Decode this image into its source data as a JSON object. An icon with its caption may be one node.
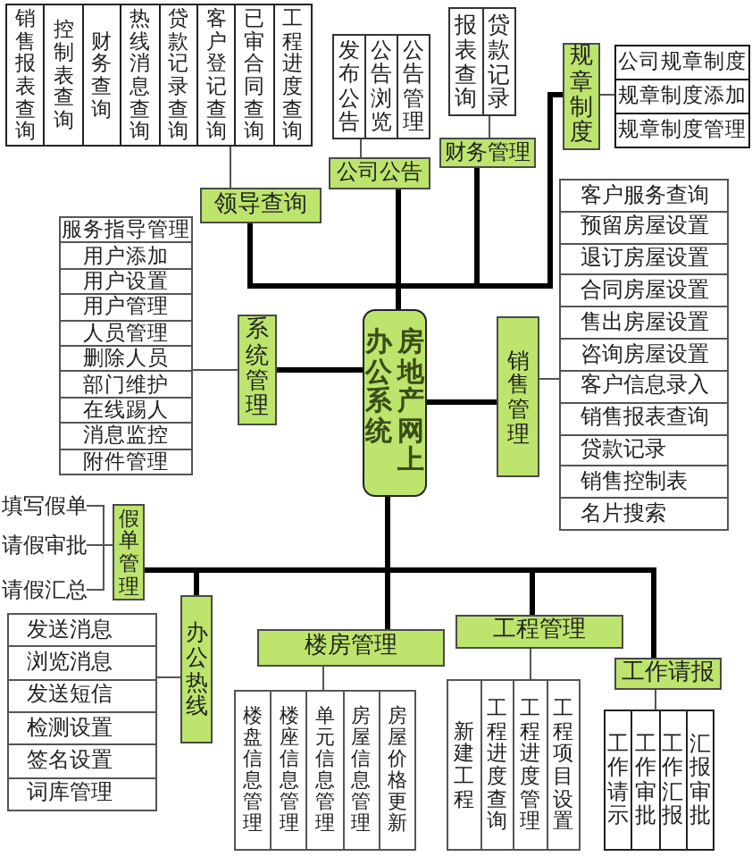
{
  "diagram": {
    "nodes": [
      {
        "text": [],
        "shape": "box"
      },
      {
        "text": [
          "销售报表查询"
        ],
        "in": 0
      },
      {
        "text": [
          "控制表查询"
        ],
        "in": 0
      },
      {
        "text": [
          "财务查询"
        ],
        "in": 0
      },
      {
        "text": [
          "热线消息查询"
        ],
        "in": 0
      },
      {
        "text": [
          "贷款记录查询"
        ],
        "in": 0
      },
      {
        "text": [
          "客户登记查询"
        ],
        "in": 0
      },
      {
        "text": [
          "已审合同查询"
        ],
        "in": 0
      },
      {
        "text": [
          "工程进度查询"
        ],
        "in": 0
      },
      {
        "text": [],
        "shape": "box"
      },
      {
        "text": [
          "发布公告"
        ],
        "in": 9
      },
      {
        "text": [
          "公告浏览"
        ],
        "in": 9
      },
      {
        "text": [
          "公告管理"
        ],
        "in": 9
      },
      {
        "text": [],
        "shape": "box"
      },
      {
        "text": [
          "报表查询"
        ],
        "in": 13
      },
      {
        "text": [
          "贷款记录"
        ],
        "in": 13
      },
      {
        "text": [
          "规章制度"
        ]
      },
      {
        "text": [],
        "shape": "box"
      },
      {
        "text": [
          "公司规章制度"
        ],
        "in": 17
      },
      {
        "text": [
          "规章制度添加"
        ],
        "in": 17
      },
      {
        "text": [
          "规章制度管理"
        ],
        "in": 17
      },
      {
        "text": [
          "财务管理"
        ]
      },
      {
        "text": [
          "公司公告"
        ]
      },
      {
        "text": [
          "领导查询"
        ]
      },
      {
        "text": [],
        "shape": "box"
      },
      {
        "text": [
          "服务指导管理"
        ],
        "in": 24
      },
      {
        "text": [
          "用户添加"
        ],
        "in": 24
      },
      {
        "text": [
          "用户设置"
        ],
        "in": 24
      },
      {
        "text": [
          "用户管理"
        ],
        "in": 24
      },
      {
        "text": [
          "人员管理"
        ],
        "in": 24
      },
      {
        "text": [
          "删除人员"
        ],
        "in": 24
      },
      {
        "text": [
          "部门维护"
        ],
        "in": 24
      },
      {
        "text": [
          "在线踢人"
        ],
        "in": 24
      },
      {
        "text": [
          "消息监控"
        ],
        "in": 24
      },
      {
        "text": [
          "附件管理"
        ],
        "in": 24
      },
      {
        "text": [
          "系统管理"
        ]
      },
      {
        "text": [
          "房地产网上办公系统"
        ]
      },
      {
        "text": [
          "销售管理"
        ]
      },
      {
        "text": [],
        "shape": "box"
      },
      {
        "text": [
          "客户服务查询"
        ],
        "in": 38
      },
      {
        "text": [
          "预留房屋设置"
        ],
        "in": 38
      },
      {
        "text": [
          "退订房屋设置"
        ],
        "in": 38
      },
      {
        "text": [
          "合同房屋设置"
        ],
        "in": 38
      },
      {
        "text": [
          "售出房屋设置"
        ],
        "in": 38
      },
      {
        "text": [
          "咨询房屋设置"
        ],
        "in": 38
      },
      {
        "text": [
          "客户信息录入"
        ],
        "in": 38
      },
      {
        "text": [
          "销售报表查询"
        ],
        "in": 38
      },
      {
        "text": [
          "贷款记录"
        ],
        "in": 38
      },
      {
        "text": [
          "销售控制表"
        ],
        "in": 38
      },
      {
        "text": [
          "名片搜索"
        ],
        "in": 38
      },
      {
        "text": [
          "填写假单"
        ]
      },
      {
        "text": [
          "请假审批"
        ]
      },
      {
        "text": [
          "请假汇总"
        ]
      },
      {
        "text": [
          "假单管理"
        ]
      },
      {
        "text": [],
        "shape": "box"
      },
      {
        "text": [
          "发送消息"
        ],
        "in": 54
      },
      {
        "text": [
          "浏览消息"
        ],
        "in": 54
      },
      {
        "text": [
          "发送短信"
        ],
        "in": 54
      },
      {
        "text": [
          "检测设置"
        ],
        "in": 54
      },
      {
        "text": [
          "签名设置"
        ],
        "in": 54
      },
      {
        "text": [
          "词库管理"
        ],
        "in": 54
      },
      {
        "text": [
          "办公热线"
        ]
      },
      {
        "text": [
          "楼房管理"
        ]
      },
      {
        "text": [
          "工程管理"
        ]
      },
      {
        "text": [
          "工作请报"
        ]
      },
      {
        "text": [],
        "shape": "box"
      },
      {
        "text": [
          "楼盘信息管理"
        ],
        "in": 65
      },
      {
        "text": [
          "楼座信息管理"
        ],
        "in": 65
      },
      {
        "text": [
          "单元信息管理"
        ],
        "in": 65
      },
      {
        "text": [
          "房屋信息管理"
        ],
        "in": 65
      },
      {
        "text": [
          "房屋价格更新"
        ],
        "in": 65
      },
      {
        "text": [],
        "shape": "box"
      },
      {
        "text": [
          "新建工程"
        ],
        "in": 71
      },
      {
        "text": [
          "工程进度查询"
        ],
        "in": 71
      },
      {
        "text": [
          "工程进度管理"
        ],
        "in": 71
      },
      {
        "text": [
          "工程项目设置"
        ],
        "in": 71
      },
      {
        "text": [],
        "shape": "box"
      },
      {
        "text": [
          "工作请示"
        ],
        "in": 76
      },
      {
        "text": [
          "工作审批"
        ],
        "in": 76
      },
      {
        "text": [
          "工作汇报"
        ],
        "in": 76
      },
      {
        "text": [
          "汇报审批"
        ],
        "in": 76
      }
    ],
    "edges": [
      {
        "from": 36,
        "to": 23,
        "arrow": "none",
        "style": "thick"
      },
      {
        "from": 36,
        "to": 22,
        "arrow": "none",
        "style": "thick"
      },
      {
        "from": 36,
        "to": 21,
        "arrow": "none",
        "style": "thick"
      },
      {
        "from": 36,
        "to": 16,
        "arrow": "none",
        "style": "thick"
      },
      {
        "from": 36,
        "to": 35,
        "arrow": "none",
        "style": "thick"
      },
      {
        "from": 36,
        "to": 37,
        "arrow": "none",
        "style": "thick"
      },
      {
        "from": 36,
        "to": 53,
        "arrow": "none",
        "style": "thick"
      },
      {
        "from": 36,
        "to": 61,
        "arrow": "none",
        "style": "thick"
      },
      {
        "from": 36,
        "to": 62,
        "arrow": "none",
        "style": "thick"
      },
      {
        "from": 36,
        "to": 63,
        "arrow": "none",
        "style": "thick"
      },
      {
        "from": 36,
        "to": 64,
        "arrow": "none",
        "style": "thick"
      },
      {
        "from": 23,
        "to": 0,
        "arrow": "none"
      },
      {
        "from": 22,
        "to": 9,
        "arrow": "none"
      },
      {
        "from": 21,
        "to": 13,
        "arrow": "none"
      },
      {
        "from": 16,
        "to": 17,
        "arrow": "none"
      },
      {
        "from": 35,
        "to": 24,
        "arrow": "none"
      },
      {
        "from": 37,
        "to": 38,
        "arrow": "none"
      },
      {
        "from": 53,
        "to": 50,
        "arrow": "none"
      },
      {
        "from": 53,
        "to": 51,
        "arrow": "none"
      },
      {
        "from": 53,
        "to": 52,
        "arrow": "none"
      },
      {
        "from": 61,
        "to": 54,
        "arrow": "none"
      },
      {
        "from": 62,
        "to": 65,
        "arrow": "none"
      },
      {
        "from": 63,
        "to": 71,
        "arrow": "none"
      },
      {
        "from": 64,
        "to": 76,
        "arrow": "none"
      }
    ]
  }
}
